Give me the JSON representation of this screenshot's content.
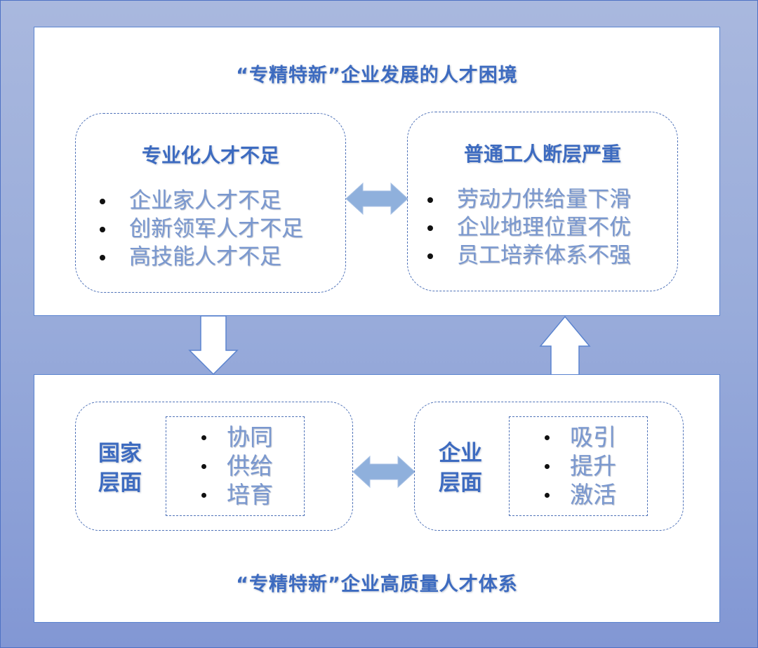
{
  "diagram": {
    "top_panel": {
      "title": "“专精特新”企业发展的人才困境",
      "left_box": {
        "heading": "专业化人才不足",
        "items": [
          "企业家人才不足",
          "创新领军人才不足",
          "高技能人才不足"
        ]
      },
      "right_box": {
        "heading": "普通工人断层严重",
        "items": [
          "劳动力供给量下滑",
          "企业地理位置不优",
          "员工培养体系不强"
        ]
      }
    },
    "bottom_panel": {
      "title": "“专精特新”企业高质量人才体系",
      "left_box": {
        "heading_line1": "国家",
        "heading_line2": "层面",
        "items": [
          "协同",
          "供给",
          "培育"
        ]
      },
      "right_box": {
        "heading_line1": "企业",
        "heading_line2": "层面",
        "items": [
          "吸引",
          "提升",
          "激活"
        ]
      }
    },
    "connectors": {
      "top_double_arrow": "bidirectional",
      "bottom_double_arrow": "bidirectional",
      "down_arrow": "top-to-bottom",
      "up_arrow": "bottom-to-top"
    },
    "colors": {
      "heading": "#3d6bc0",
      "item_text": "#7a98cf",
      "border": "#4f72b8",
      "background_top": "#a9b8de",
      "background_bottom": "#8297d4",
      "double_arrow_fill": "#8fb0dc"
    }
  }
}
